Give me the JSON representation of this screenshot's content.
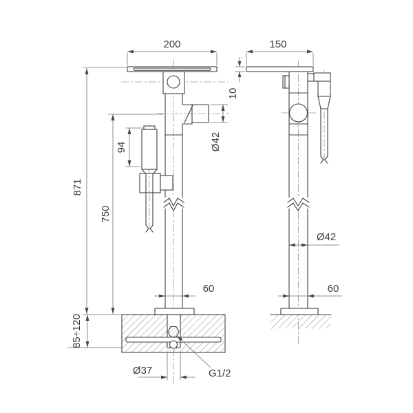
{
  "title": "freestanding bath mixer technical drawing",
  "colors": {
    "background": "#ffffff",
    "outline": "#3f3f3f",
    "dimension_line": "#6e6e6e",
    "centerline": "#9a9a9a",
    "text": "#3a3a3a"
  },
  "front_view": {
    "width_label": "200",
    "height_label": "871",
    "spout_height_label": "750",
    "base_depth_label": "85÷120",
    "handshower_label": "94",
    "spout_diameter_label": "Ø42",
    "pipe_width_label": "60",
    "hole_label": "Ø37",
    "thread_label": "G1/2"
  },
  "side_view": {
    "depth_label": "150",
    "plate_thickness_label": "10",
    "pipe_diameter_label": "Ø42",
    "pipe_width_label": "60"
  }
}
